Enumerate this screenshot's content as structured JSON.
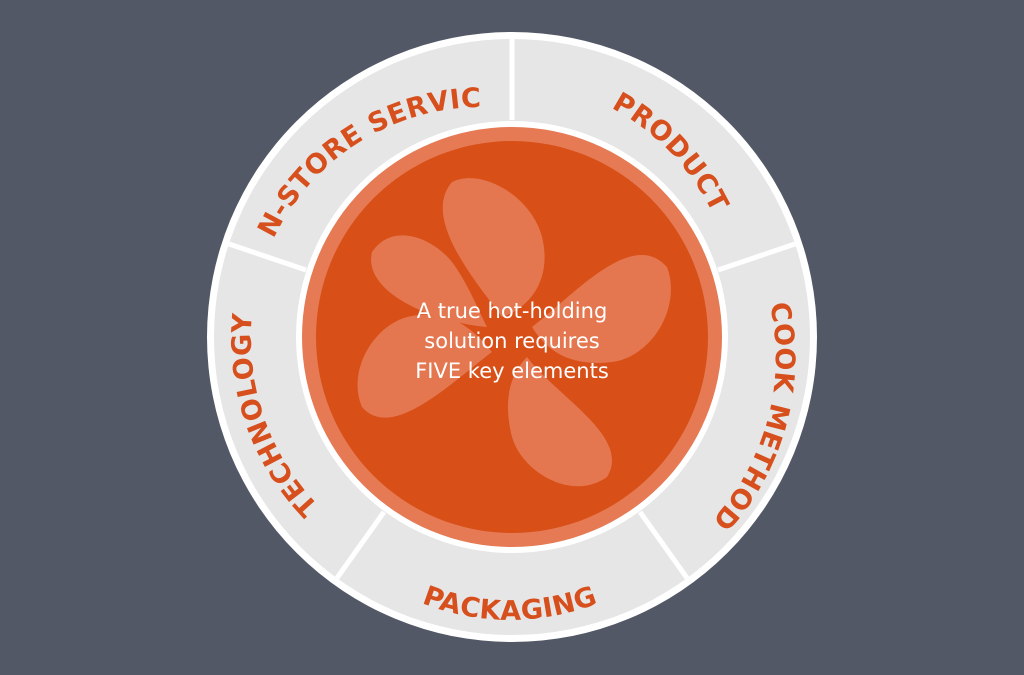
{
  "diagram": {
    "center_text_lines": [
      "A true hot-holding",
      "solution requires",
      "FIVE key elements"
    ],
    "segments": [
      {
        "label": "IN-STORE SERVICE"
      },
      {
        "label": "PRODUCT"
      },
      {
        "label": "COOK METHOD"
      },
      {
        "label": "PACKAGING"
      },
      {
        "label": "TECHNOLOGY"
      }
    ],
    "colors": {
      "background": "#525865",
      "ring": "#e6e6e6",
      "divider": "#ffffff",
      "label": "#d64f1c",
      "center": "#d84f17",
      "center_rim": "#e57a54",
      "fan": "#e4774f",
      "center_text": "#ffffff"
    },
    "icons": {
      "center_icon": "fan-blades-icon"
    }
  }
}
